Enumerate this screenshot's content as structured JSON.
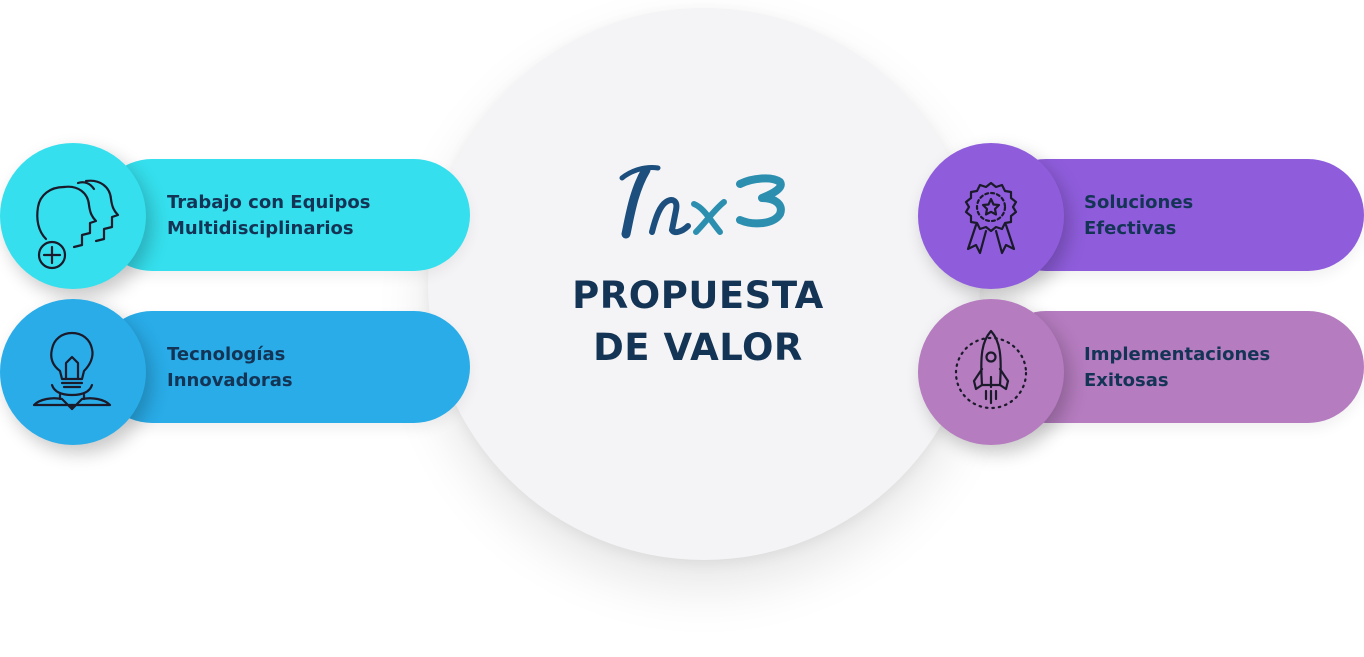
{
  "center": {
    "logo_text": "Inx3",
    "title_line1": "PROPUESTA",
    "title_line2": "DE VALOR"
  },
  "items": [
    {
      "line1": "Trabajo con Equipos",
      "line2": "Multidisciplinarios",
      "color": "#35dfed",
      "icon": "team-add-icon"
    },
    {
      "line1": "Tecnologías",
      "line2": "Innovadoras",
      "color": "#29ace8",
      "icon": "lightbulb-head-icon"
    },
    {
      "line1": "Soluciones",
      "line2": "Efectivas",
      "color": "#8f5ddc",
      "icon": "award-badge-icon"
    },
    {
      "line1": "Implementaciones",
      "line2": "Exitosas",
      "color": "#b57cbf",
      "icon": "rocket-icon"
    }
  ],
  "colors": {
    "text_dark": "#143456",
    "logo_blue": "#1c4f7d",
    "logo_teal": "#2d8fb0"
  }
}
